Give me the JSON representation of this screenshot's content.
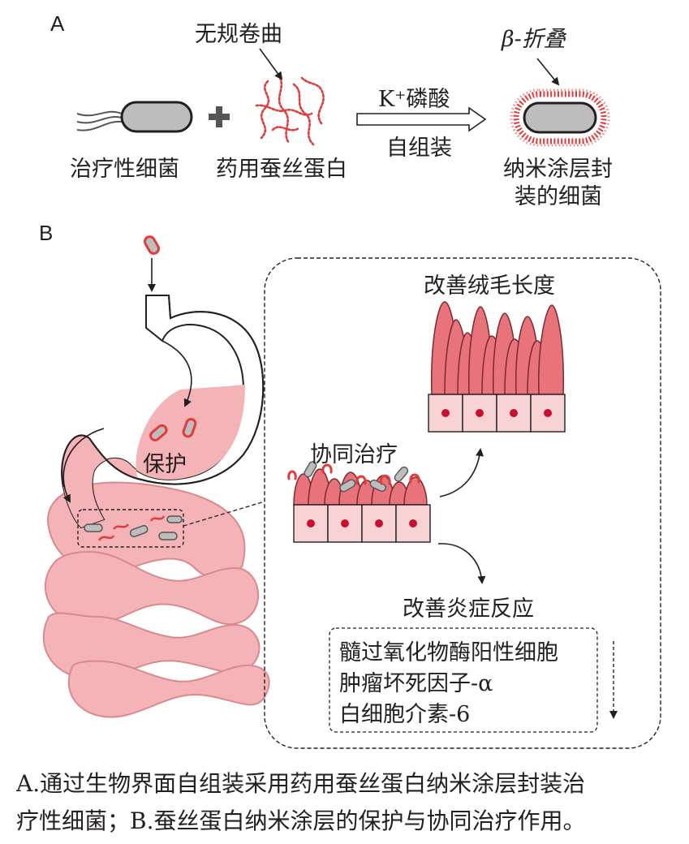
{
  "panel_a": {
    "letter": "A",
    "random_coil_label": "无规卷曲",
    "beta_sheet_label": "β-折叠",
    "arrow_top_label": "K⁺磷酸",
    "arrow_bottom_label": "自组装",
    "bacteria_label": "治疗性细菌",
    "silk_label": "药用蚕丝蛋白",
    "coated_label_line1": "纳米涂层封",
    "coated_label_line2": "装的细菌"
  },
  "panel_b": {
    "letter": "B",
    "protect_label": "保护",
    "synergy_label": "协同治疗",
    "villus_label": "改善绒毛长度",
    "inflammation_label": "改善炎症反应",
    "markers": [
      "髓过氧化物酶阳性细胞",
      "肿瘤坏死因子-α",
      "白细胞介素-6"
    ]
  },
  "caption": {
    "line1": "A.通过生物界面自组装采用药用蚕丝蛋白纳米涂层封装治",
    "line2": "疗性细菌；B.蚕丝蛋白纳米涂层的保护与协同治疗作用。"
  },
  "colors": {
    "tissue_pink": "#f4b3b6",
    "villus_red": "#e8737b",
    "nucleus_red": "#c8102e",
    "coating_red": "#e03c3c",
    "bacteria_gray": "#bdbdbd"
  }
}
